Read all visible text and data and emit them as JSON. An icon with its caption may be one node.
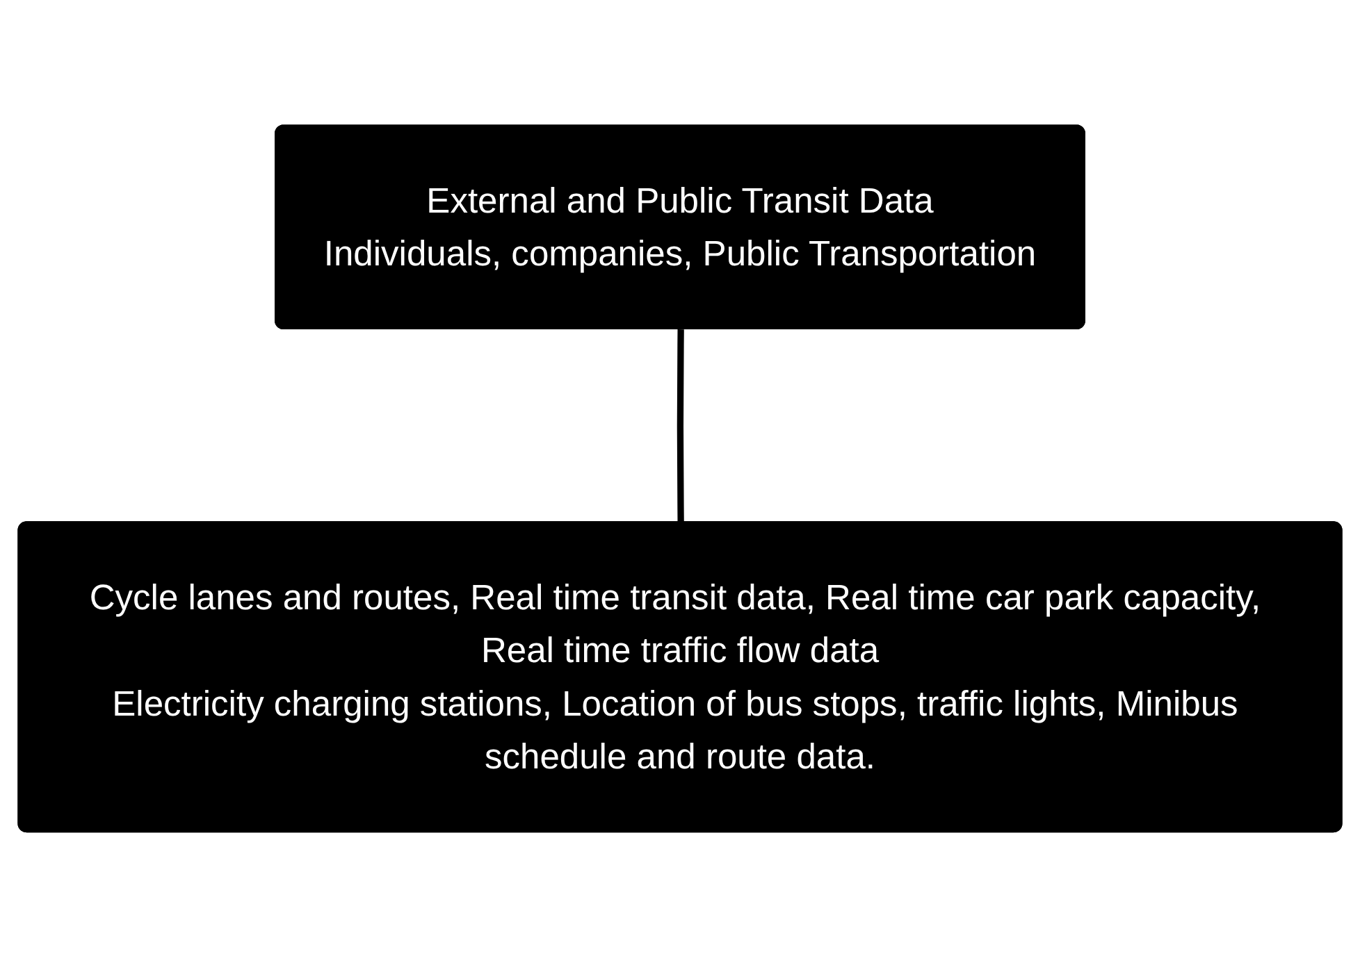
{
  "diagram": {
    "nodes": [
      {
        "text": [
          "External and Public Transit Data",
          "Individuals, companies, Public Transportation"
        ]
      },
      {
        "text": [
          "Cycle lanes and routes, Real time transit data, Real time car park capacity, Real time traffic flow data",
          "Electricity charging stations, Location of bus stops, traffic lights, Minibus schedule and route data."
        ]
      }
    ],
    "edges": [
      {
        "from": 0,
        "to": 1,
        "arrow": "none"
      }
    ]
  }
}
